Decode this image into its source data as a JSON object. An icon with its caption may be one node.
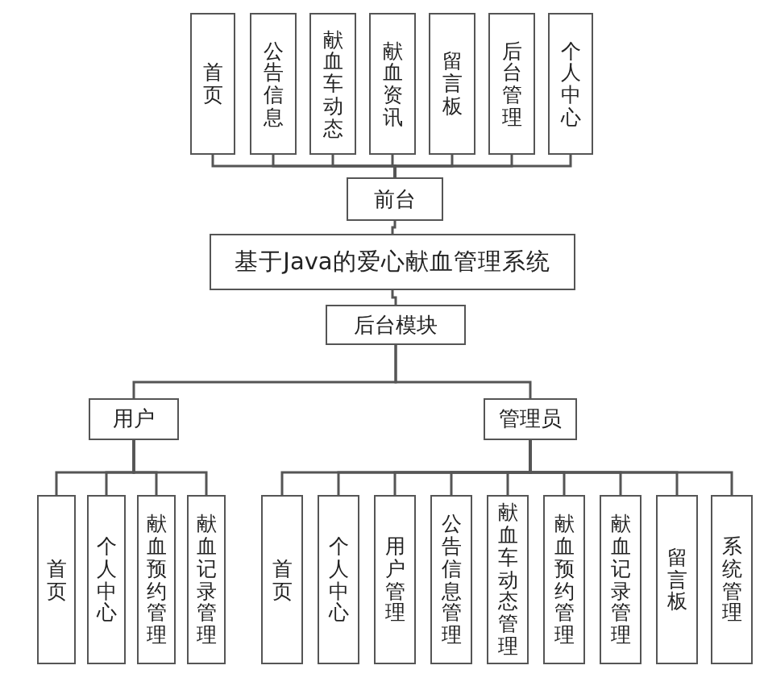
{
  "diagram": {
    "nodes": [
      {
        "text": [
          "首页"
        ]
      },
      {
        "text": [
          "公告信息"
        ]
      },
      {
        "text": [
          "献血车动态"
        ]
      },
      {
        "text": [
          "献血资讯"
        ]
      },
      {
        "text": [
          "留言板"
        ]
      },
      {
        "text": [
          "后台管理"
        ]
      },
      {
        "text": [
          "个人中心"
        ]
      },
      {
        "text": [
          "前台"
        ]
      },
      {
        "text": [
          "基于Java的爱心献血管理系统"
        ]
      },
      {
        "text": [
          "后台模块"
        ]
      },
      {
        "text": [
          "用户"
        ]
      },
      {
        "text": [
          "管理员"
        ]
      },
      {
        "text": [
          "首页"
        ]
      },
      {
        "text": [
          "个人中心"
        ]
      },
      {
        "text": [
          "献血预约管理"
        ]
      },
      {
        "text": [
          "献血记录管理"
        ]
      },
      {
        "text": [
          "首页"
        ]
      },
      {
        "text": [
          "个人中心"
        ]
      },
      {
        "text": [
          "用户管理"
        ]
      },
      {
        "text": [
          "公告信息管理"
        ]
      },
      {
        "text": [
          "献血车动态管理"
        ]
      },
      {
        "text": [
          "献血预约管理"
        ]
      },
      {
        "text": [
          "献血记录管理"
        ]
      },
      {
        "text": [
          "留言板"
        ]
      },
      {
        "text": [
          "系统管理"
        ]
      }
    ],
    "edges": [
      {
        "from": 7,
        "to": 0,
        "arrow": "none"
      },
      {
        "from": 7,
        "to": 1,
        "arrow": "none"
      },
      {
        "from": 7,
        "to": 2,
        "arrow": "none"
      },
      {
        "from": 7,
        "to": 3,
        "arrow": "none"
      },
      {
        "from": 7,
        "to": 4,
        "arrow": "none"
      },
      {
        "from": 7,
        "to": 5,
        "arrow": "none"
      },
      {
        "from": 7,
        "to": 6,
        "arrow": "none"
      },
      {
        "from": 8,
        "to": 7,
        "arrow": "none"
      },
      {
        "from": 8,
        "to": 9,
        "arrow": "none"
      },
      {
        "from": 9,
        "to": 10,
        "arrow": "none"
      },
      {
        "from": 9,
        "to": 11,
        "arrow": "none"
      },
      {
        "from": 10,
        "to": 12,
        "arrow": "none"
      },
      {
        "from": 10,
        "to": 13,
        "arrow": "none"
      },
      {
        "from": 10,
        "to": 14,
        "arrow": "none"
      },
      {
        "from": 10,
        "to": 15,
        "arrow": "none"
      },
      {
        "from": 11,
        "to": 16,
        "arrow": "none"
      },
      {
        "from": 11,
        "to": 17,
        "arrow": "none"
      },
      {
        "from": 11,
        "to": 18,
        "arrow": "none"
      },
      {
        "from": 11,
        "to": 19,
        "arrow": "none"
      },
      {
        "from": 11,
        "to": 20,
        "arrow": "none"
      },
      {
        "from": 11,
        "to": 21,
        "arrow": "none"
      },
      {
        "from": 11,
        "to": 22,
        "arrow": "none"
      },
      {
        "from": 11,
        "to": 23,
        "arrow": "none"
      },
      {
        "from": 11,
        "to": 24,
        "arrow": "none"
      }
    ]
  }
}
